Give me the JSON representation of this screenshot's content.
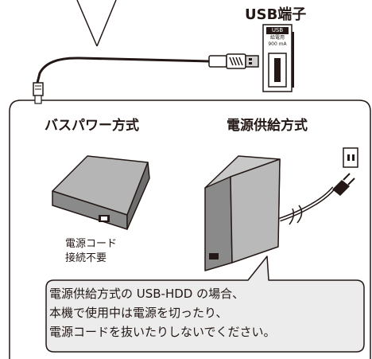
{
  "port": {
    "title": "USB端子",
    "tag": "USB",
    "bus_power": "給電用",
    "current": "900 mA"
  },
  "methods": {
    "bus_power_label": "バスパワー方式",
    "external_power_label": "電源供給方式",
    "bus_power_note": [
      "電源コード",
      "接続不要"
    ]
  },
  "warning": {
    "lines": [
      "電源供給方式の USB-HDD の場合、",
      "本機で使用中は電源を切ったり、",
      "電源コードを抜いたりしないでください。"
    ]
  },
  "colors": {
    "line": "#231815",
    "callout_fill": "#ececec",
    "device_gray": "#9a9a9a",
    "device_dark": "#5a5a5a"
  }
}
